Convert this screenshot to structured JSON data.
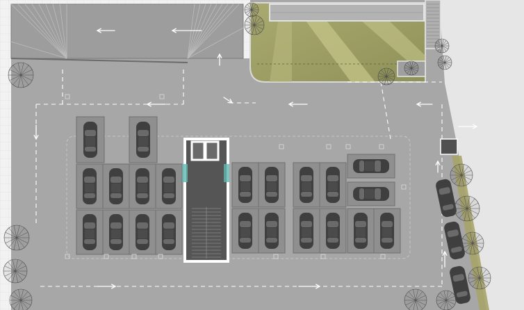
{
  "drawing": {
    "kind": "parking-plan",
    "colors": {
      "background": "#f2f2f2",
      "grid": "#dcdcdc",
      "paving": "#a7a7a7",
      "ramp": "#9a9a9a",
      "bay": "#8f8f8f",
      "bay_edge": "#6f6f6f",
      "car": "#3f3f3f",
      "car_glass": "#6a6a6a",
      "core": "#555555",
      "core_wall": "#ffffff",
      "lawn": "#9c9e66",
      "lawn_light": "#c9c88a",
      "tree": "#4a4a4a",
      "marking": "#ffffff",
      "planting_strip": "#a8a46a"
    },
    "symbols": {
      "arrow": "direction-arrow",
      "tree": "tree-symbol",
      "car": "car-top-view",
      "stairs": "staircase"
    }
  }
}
